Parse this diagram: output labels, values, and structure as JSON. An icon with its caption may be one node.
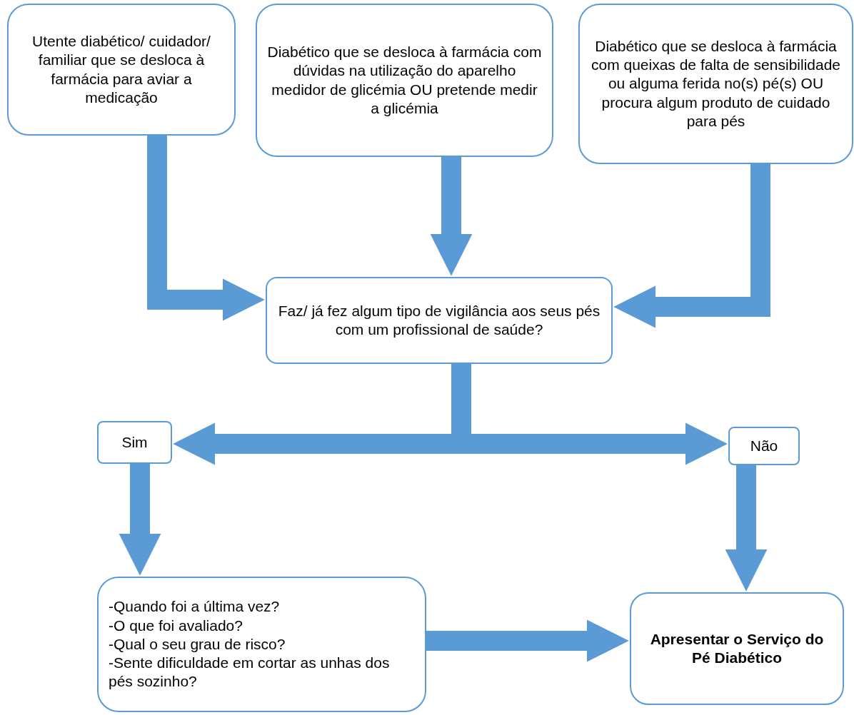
{
  "diagram": {
    "nodes": [
      {
        "text": [
          "Utente diabético/ cuidador/ familiar que se desloca à farmácia para aviar a medicação"
        ]
      },
      {
        "text": [
          "Diabético que se desloca à farmácia com dúvidas na utilização do aparelho medidor de glicémia OU pretende medir a glicémia"
        ]
      },
      {
        "text": [
          "Diabético que se desloca à farmácia com queixas de falta de sensibilidade ou alguma ferida no(s) pé(s) OU procura algum produto de cuidado para pés"
        ]
      },
      {
        "text": [
          "Faz/ já fez algum tipo de vigilância aos seus pés com um profissional de saúde?"
        ]
      },
      {
        "text": [
          "Sim"
        ]
      },
      {
        "text": [
          "Não"
        ]
      },
      {
        "text": [
          "-Quando foi a última vez?",
          "-O que foi avaliado?",
          "-Qual o seu grau de risco?",
          "-Sente dificuldade em cortar as unhas dos pés sozinho?"
        ]
      },
      {
        "text": [
          "Apresentar o Serviço do Pé Diabético"
        ]
      }
    ],
    "edges": [
      {
        "from": 0,
        "to": 3,
        "arrow": "to"
      },
      {
        "from": 1,
        "to": 3,
        "arrow": "to"
      },
      {
        "from": 2,
        "to": 3,
        "arrow": "to"
      },
      {
        "from": 3,
        "to": 4,
        "arrow": "to"
      },
      {
        "from": 3,
        "to": 5,
        "arrow": "to"
      },
      {
        "from": 4,
        "to": 6,
        "arrow": "to"
      },
      {
        "from": 5,
        "to": 7,
        "arrow": "to"
      },
      {
        "from": 6,
        "to": 7,
        "arrow": "to"
      }
    ]
  }
}
